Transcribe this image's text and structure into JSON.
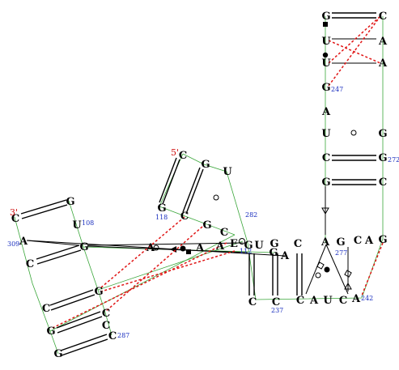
{
  "labels": {
    "five_prime": "5'",
    "three_prime": "3'"
  },
  "nucleotides": [
    {
      "id": "n_g_top_left",
      "letter": "G"
    },
    {
      "id": "n_c_top_right",
      "letter": "C"
    },
    {
      "id": "n_u_upper1",
      "letter": "U"
    },
    {
      "id": "n_a_upper1",
      "letter": "A"
    },
    {
      "id": "n_u_upper2",
      "letter": "U"
    },
    {
      "id": "n_a_upper2",
      "letter": "A"
    },
    {
      "id": "n_g247",
      "letter": "G"
    },
    {
      "id": "n_a_col",
      "letter": "A"
    },
    {
      "id": "n_u_col",
      "letter": "U"
    },
    {
      "id": "n_g_col_right",
      "letter": "G"
    },
    {
      "id": "n_c_col",
      "letter": "C"
    },
    {
      "id": "n_g272",
      "letter": "G"
    },
    {
      "id": "n_g_col2",
      "letter": "G"
    },
    {
      "id": "n_c_col2",
      "letter": "C"
    },
    {
      "id": "n_c_5p",
      "letter": "C"
    },
    {
      "id": "n_g_5p",
      "letter": "G"
    },
    {
      "id": "n_u_5p",
      "letter": "U"
    },
    {
      "id": "n_g118",
      "letter": "G"
    },
    {
      "id": "n_c_hp",
      "letter": "C"
    },
    {
      "id": "n_g_hp",
      "letter": "G"
    },
    {
      "id": "n_c_hp2",
      "letter": "C"
    },
    {
      "id": "n_c_3p",
      "letter": "C"
    },
    {
      "id": "n_g_3p",
      "letter": "G"
    },
    {
      "id": "n_u108",
      "letter": "U"
    },
    {
      "id": "n_a309",
      "letter": "A"
    },
    {
      "id": "n_g_l",
      "letter": "G"
    },
    {
      "id": "n_c_l",
      "letter": "C"
    },
    {
      "id": "n_a_mid",
      "letter": "A"
    },
    {
      "id": "n_a_mid2",
      "letter": "A"
    },
    {
      "id": "n_a_ml",
      "letter": "A"
    },
    {
      "id": "n_e_ml",
      "letter": "E"
    },
    {
      "id": "n_g_j1",
      "letter": "G"
    },
    {
      "id": "n_u_j1",
      "letter": "U"
    },
    {
      "id": "n_g_j2",
      "letter": "G"
    },
    {
      "id": "n_a_j",
      "letter": "A"
    },
    {
      "id": "n_g_j3",
      "letter": "G"
    },
    {
      "id": "n_c_j",
      "letter": "C"
    },
    {
      "id": "n_a_j2",
      "letter": "A"
    },
    {
      "id": "n_g277",
      "letter": "G"
    },
    {
      "id": "n_c_j2",
      "letter": "C"
    },
    {
      "id": "n_a_j3",
      "letter": "A"
    },
    {
      "id": "n_g_j4",
      "letter": "G"
    },
    {
      "id": "n_c237",
      "letter": "C"
    },
    {
      "id": "n_c_b",
      "letter": "C"
    },
    {
      "id": "n_c_b2",
      "letter": "C"
    },
    {
      "id": "n_a_b",
      "letter": "A"
    },
    {
      "id": "n_u_b",
      "letter": "U"
    },
    {
      "id": "n_c_b3",
      "letter": "C"
    },
    {
      "id": "n_a242",
      "letter": "A"
    },
    {
      "id": "n_g_ll",
      "letter": "G"
    },
    {
      "id": "n_c_ll",
      "letter": "C"
    },
    {
      "id": "n_c_ll2",
      "letter": "C"
    },
    {
      "id": "n_g_ll2",
      "letter": "G"
    },
    {
      "id": "n_c_ll3",
      "letter": "C"
    },
    {
      "id": "n_g_ll3",
      "letter": "G"
    },
    {
      "id": "n_c287",
      "letter": "C"
    }
  ],
  "numbers": {
    "n247": "247",
    "n272": "272",
    "n118": "118",
    "n108": "108",
    "n309": "309",
    "n282": "282",
    "n112": "112",
    "n277": "277",
    "n237": "237",
    "n242": "242",
    "n287": "287"
  },
  "colors": {
    "backbone": "#3aa63a",
    "pair_line": "#000000",
    "tertiary": "#e01515",
    "position_number": "#1a2fbf",
    "strand_end": "#d01010"
  }
}
